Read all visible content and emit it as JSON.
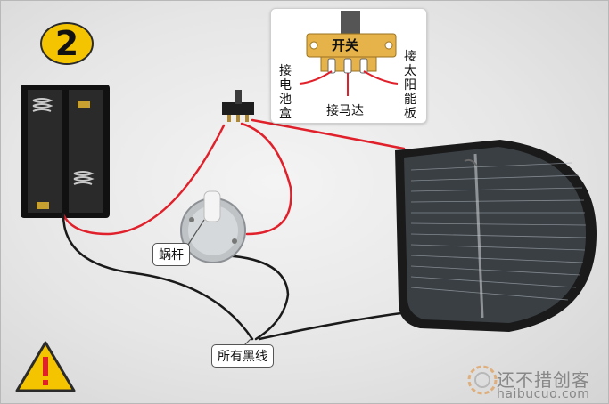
{
  "step_number": "2",
  "labels": {
    "switch": "开关",
    "to_battery_box": "接电池盒",
    "to_motor": "接马达",
    "to_solar_panel": "接太阳能板",
    "worm": "蜗杆",
    "all_black_wires": "所有黑线"
  },
  "watermark": {
    "name": "还不措创客",
    "site": "haibucuo.com"
  },
  "colors": {
    "step_badge": "#f5c400",
    "red_wire": "#e0202a",
    "black_wire": "#1a1a1a",
    "warning": "#f5c400"
  },
  "icons": [
    "battery-holder-icon",
    "slide-switch-icon",
    "dc-motor-icon",
    "solar-panel-icon",
    "warning-icon",
    "watermark-gear-icon"
  ]
}
